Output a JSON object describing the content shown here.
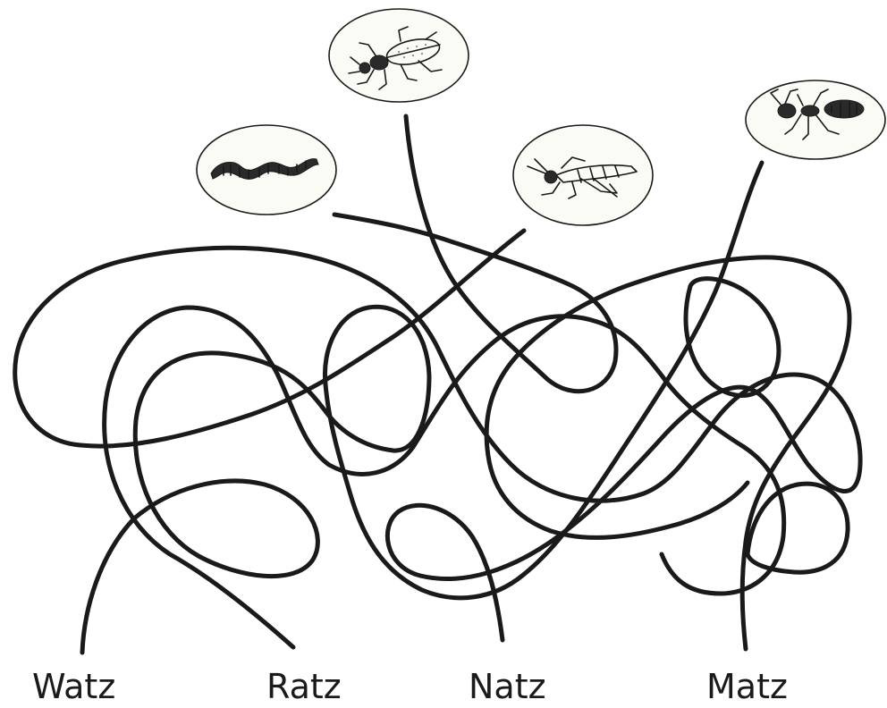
{
  "labels": {
    "watz": "Watz",
    "ratz": "Ratz",
    "natz": "Natz",
    "matz": "Matz"
  },
  "pictures": {
    "worm": "worm-icon",
    "beetle": "beetle-icon",
    "grasshopper": "grasshopper-icon",
    "ant": "ant-icon"
  },
  "colors": {
    "ink": "#1a1a1a",
    "paper": "#ffffff"
  }
}
